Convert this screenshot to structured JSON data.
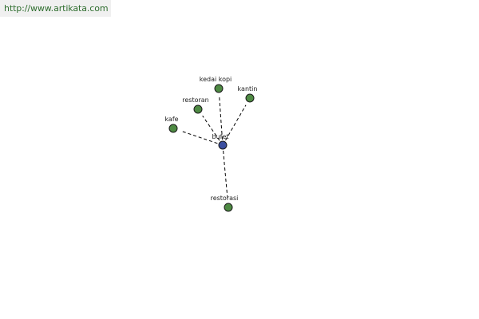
{
  "watermark": {
    "url_text": "http://www.artikata.com"
  },
  "colors": {
    "center_node": "#3b4fa0",
    "leaf_node": "#4e8a43",
    "watermark_text": "#2f6e2f",
    "watermark_bg": "#f0f0f0"
  },
  "graph": {
    "center": {
      "id": "bufet",
      "label": "bufet"
    },
    "neighbors": [
      {
        "id": "kedai-kopi",
        "label": "kedai kopi"
      },
      {
        "id": "restoran",
        "label": "restoran"
      },
      {
        "id": "kantin",
        "label": "kantin"
      },
      {
        "id": "kafe",
        "label": "kafe"
      },
      {
        "id": "restorasi",
        "label": "restorasi"
      }
    ]
  }
}
